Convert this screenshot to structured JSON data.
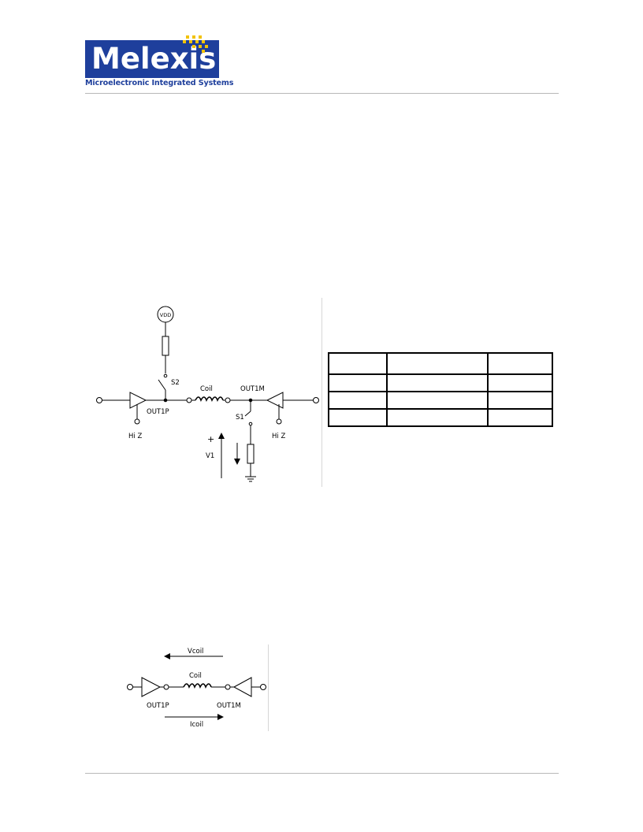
{
  "header": {
    "logo_text": "Melexis",
    "logo_tagline": "Microelectronic Integrated Systems",
    "brand_color": "#1e3f9c",
    "accent_color": "#f2c200"
  },
  "figure1": {
    "vdd_label": "VDD",
    "s2_label": "S2",
    "coil_label": "Coil",
    "out1m_label": "OUT1M",
    "out1p_label": "OUT1P",
    "s1_label": "S1",
    "hiz_left_label": "Hi Z",
    "hiz_right_label": "Hi Z",
    "plus_label": "+",
    "v1_label": "V1"
  },
  "table": {
    "rows": [
      [
        "",
        "",
        ""
      ],
      [
        "",
        "",
        ""
      ],
      [
        "",
        "",
        ""
      ],
      [
        "",
        "",
        ""
      ]
    ]
  },
  "figure2": {
    "vcoil_label": "Vcoil",
    "coil_label": "Coil",
    "out1p_label": "OUT1P",
    "out1m_label": "OUT1M",
    "icoil_label": "Icoil"
  }
}
